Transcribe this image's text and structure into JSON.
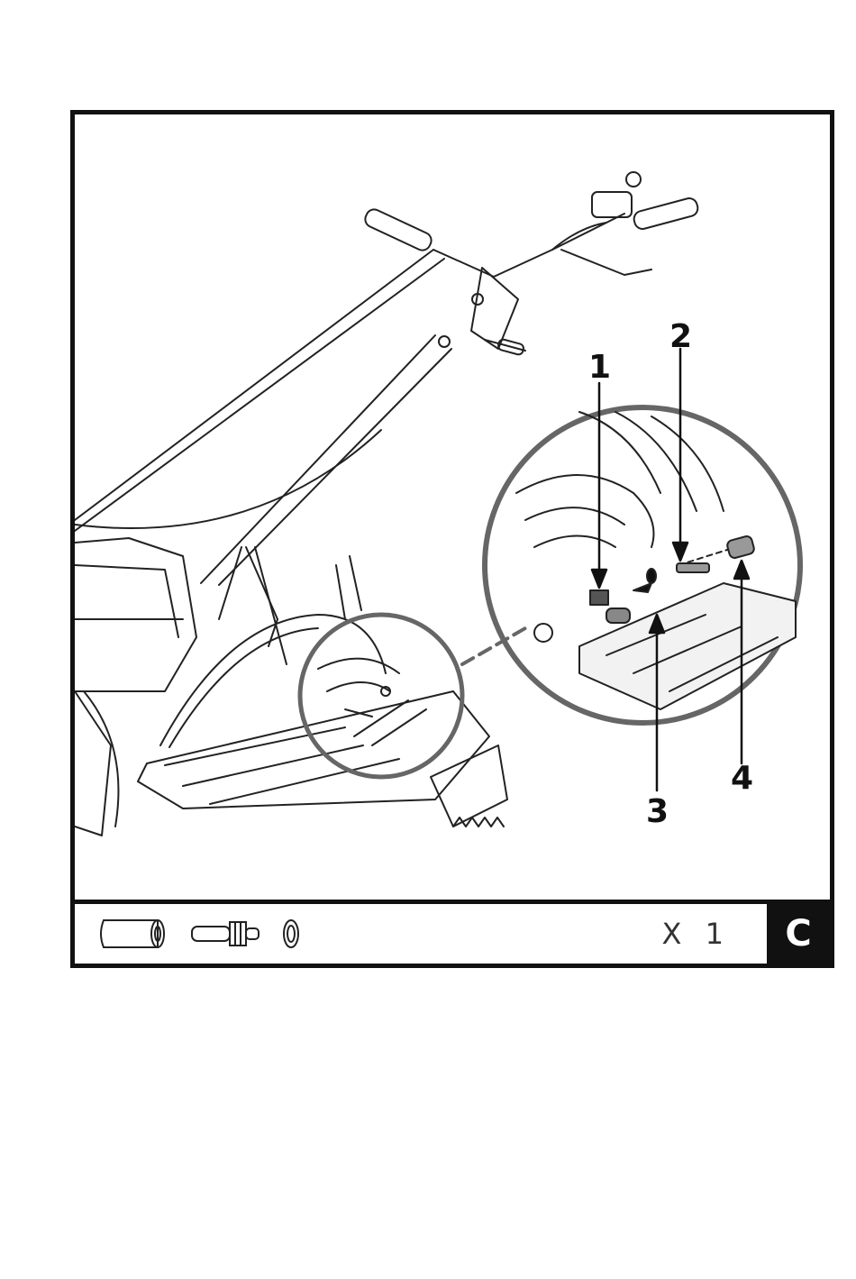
{
  "callouts": [
    "1",
    "2",
    "3",
    "4"
  ],
  "parts_strip": {
    "items": [
      "sleeve-part-icon",
      "bolt-part-icon",
      "washer-part-icon"
    ],
    "quantity": "X 1",
    "step_letter": "C"
  },
  "colors": {
    "line": "#111111",
    "zoom_circle": "#666666",
    "step_box_bg": "#111111",
    "step_box_text": "#ffffff"
  }
}
